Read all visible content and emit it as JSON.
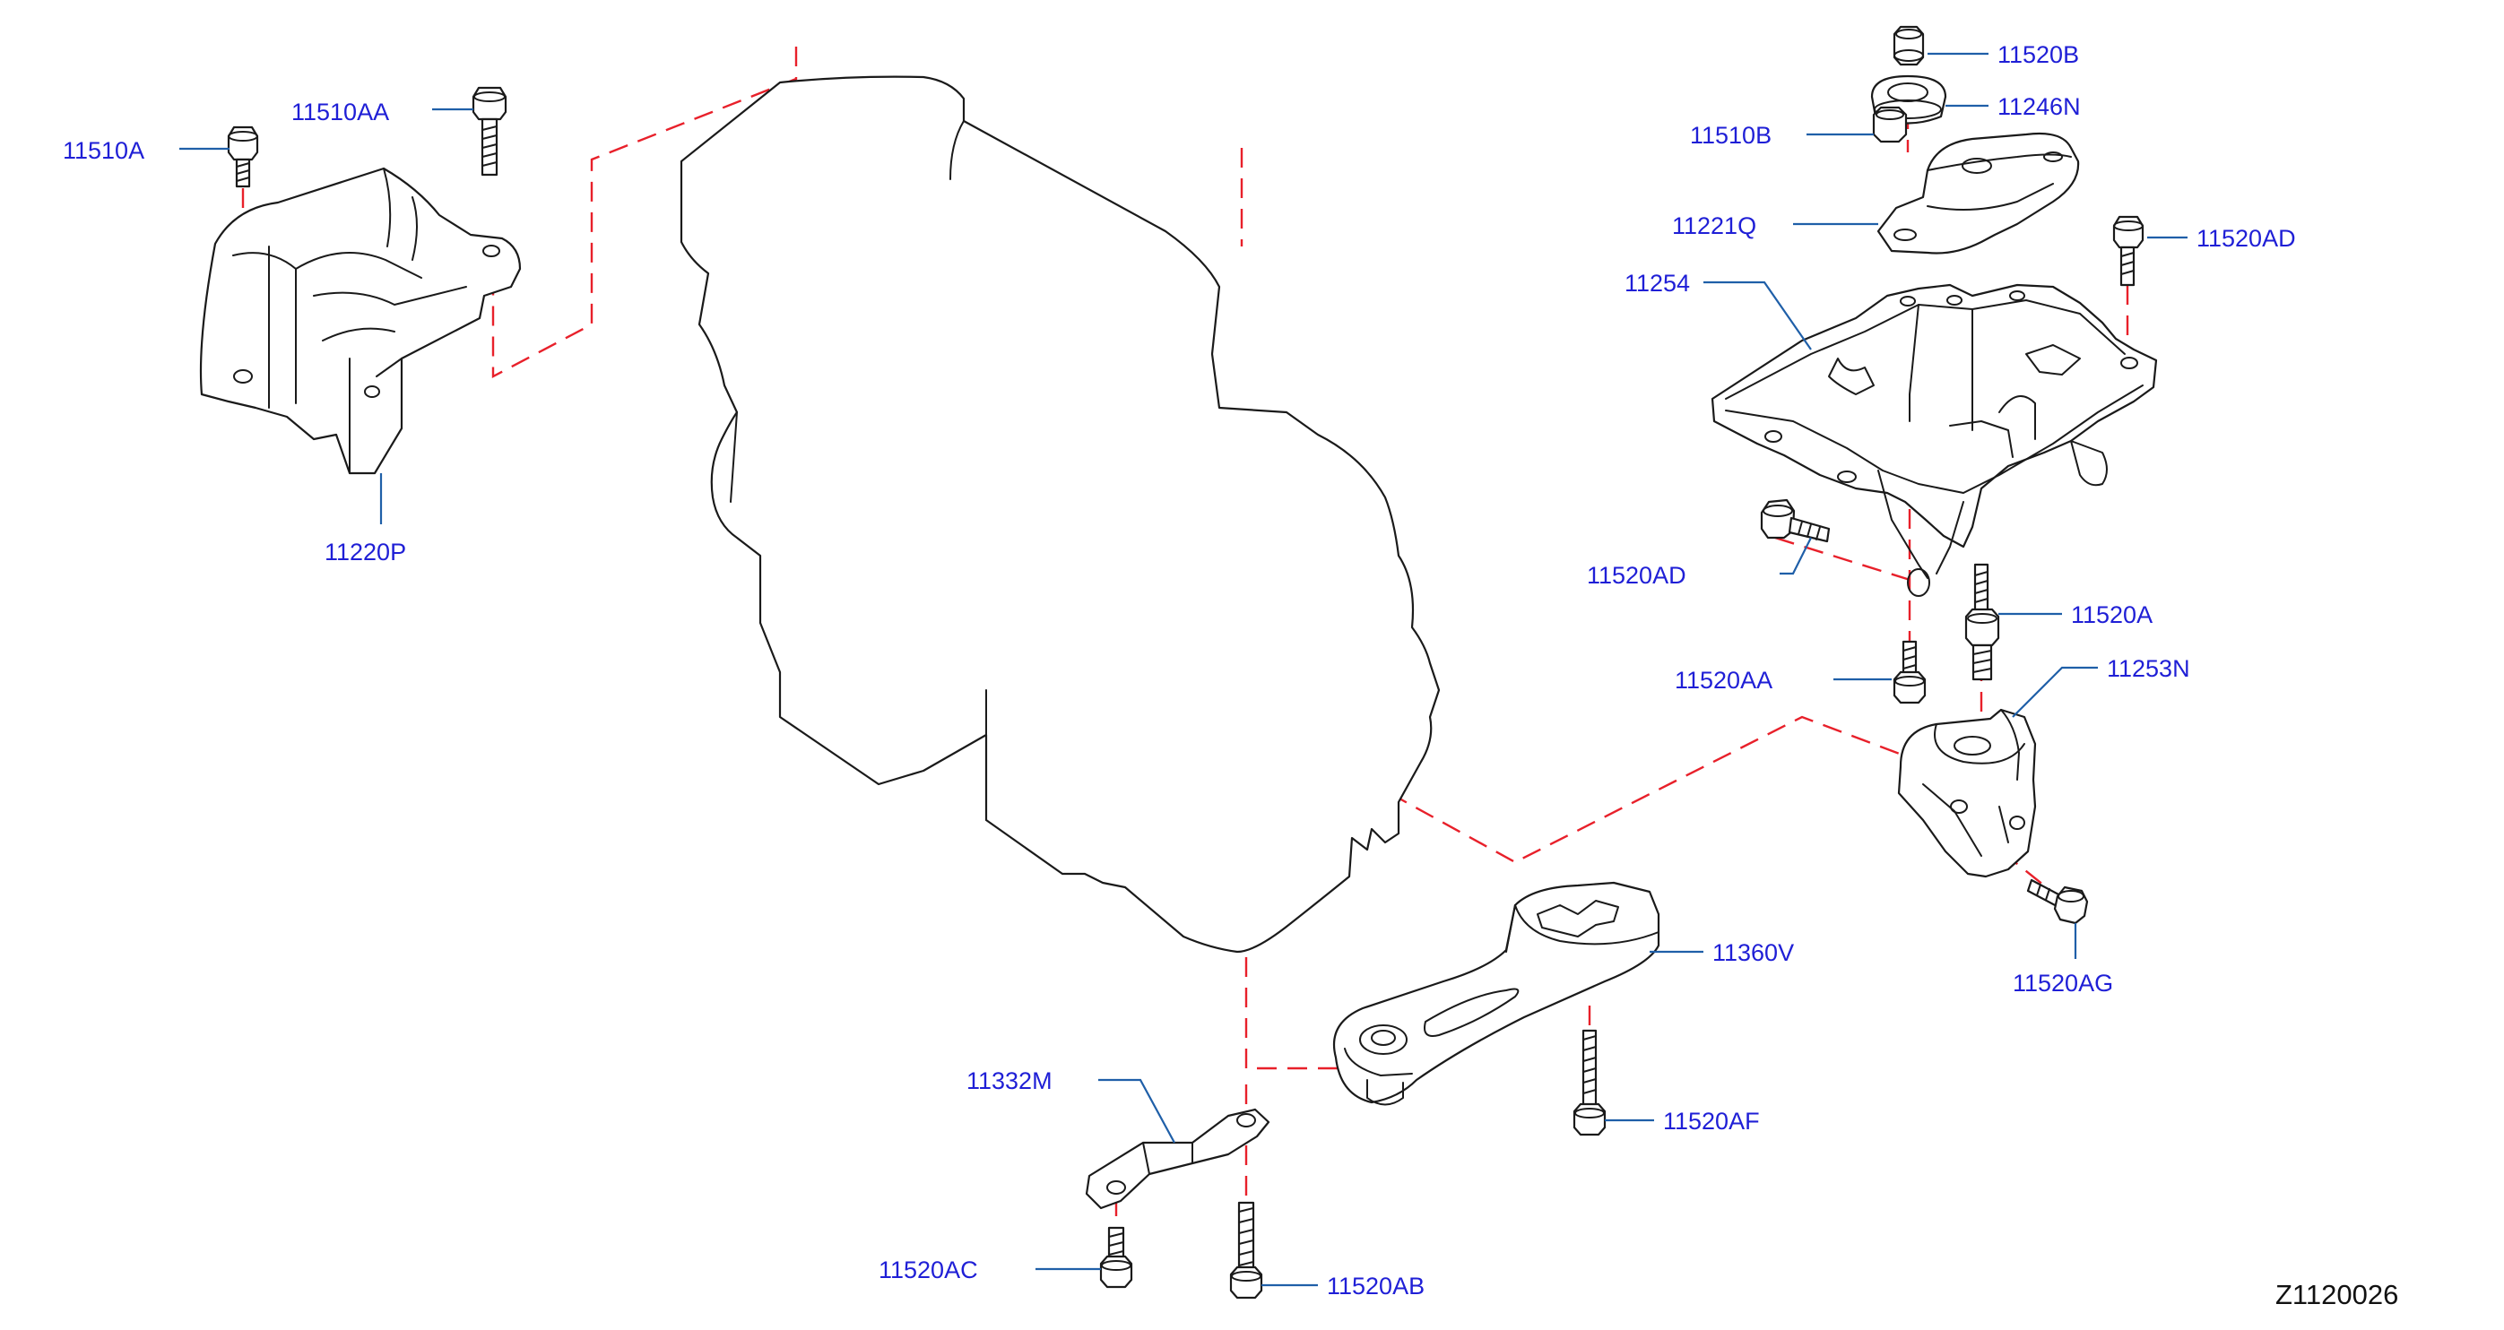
{
  "diagram": {
    "reference_code": "Z1120026",
    "part_labels": {
      "p11510A": "11510A",
      "p11510AA": "11510AA",
      "p11220P": "11220P",
      "p11520B": "11520B",
      "p11246N": "11246N",
      "p11510B": "11510B",
      "p11221Q": "11221Q",
      "p11520AD_top": "11520AD",
      "p11254": "11254",
      "p11520AD_left": "11520AD",
      "p11520A": "11520A",
      "p11520AA": "11520AA",
      "p11253N": "11253N",
      "p11520AG": "11520AG",
      "p11360V": "11360V",
      "p11520AF": "11520AF",
      "p11332M": "11332M",
      "p11520AC": "11520AC",
      "p11520AB": "11520AB"
    },
    "colors": {
      "label_text": "#1f1fd6",
      "leader_line": "#1f5fa8",
      "alignment_dash": "#e8202a",
      "outline": "#1a1a1a"
    }
  }
}
